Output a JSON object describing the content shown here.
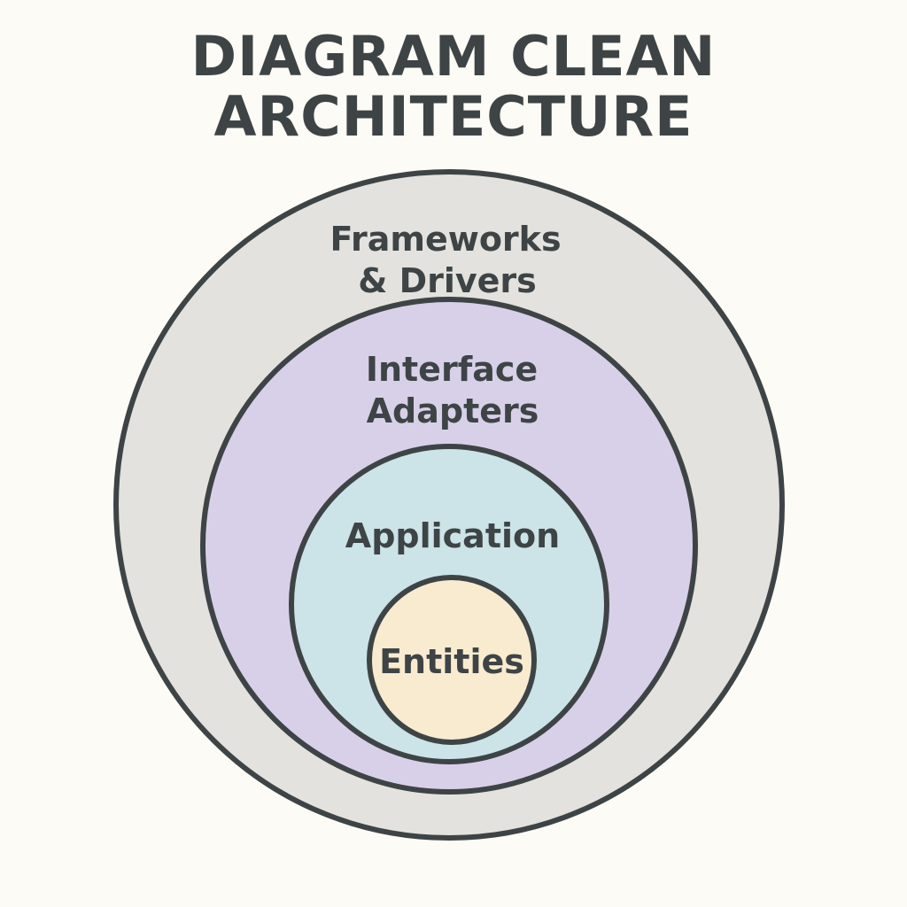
{
  "title": {
    "line1": "DIAGRAM CLEAN",
    "line2": "ARCHITECTURE"
  },
  "layers": [
    {
      "key": "frameworks",
      "line1": "Frameworks",
      "line2": "& Drivers",
      "fill": "#e3e2de"
    },
    {
      "key": "interface",
      "line1": "Interface",
      "line2": "Adapters",
      "fill": "#d8d0e8"
    },
    {
      "key": "application",
      "line1": "Application",
      "line2": "",
      "fill": "#cce3e8"
    },
    {
      "key": "entities",
      "line1": "Entities",
      "line2": "",
      "fill": "#f8ebcf"
    }
  ],
  "colors": {
    "background": "#fdfbf6",
    "stroke": "#3e4446",
    "text": "#3e4446"
  }
}
